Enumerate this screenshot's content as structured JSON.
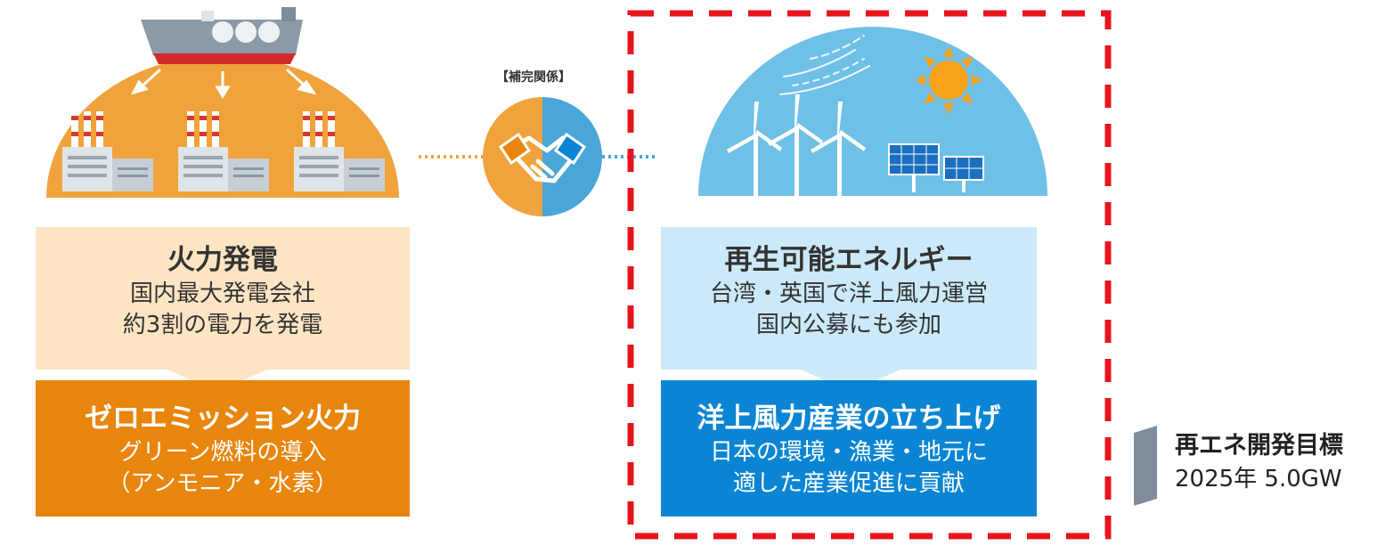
{
  "complement": {
    "label": "【補完関係】"
  },
  "thermal": {
    "title": "火力発電",
    "line1": "国内最大発電会社",
    "line2": "約3割の電力を発電"
  },
  "zero_emission": {
    "title": "ゼロエミッション火力",
    "line1": "グリーン燃料の導入",
    "line2": "（アンモニア・水素）"
  },
  "renewable": {
    "title": "再生可能エネルギー",
    "line1": "台湾・英国で洋上風力運営",
    "line2": "国内公募にも参加"
  },
  "offshore": {
    "title": "洋上風力産業の立ち上げ",
    "line1": "日本の環境・漁業・地元に",
    "line2": "適した産業促進に貢献"
  },
  "target": {
    "title": "再エネ開発目標",
    "value": "2025年 5.0GW"
  },
  "colors": {
    "thermal_orange": "#f0a33c",
    "zero_orange": "#e8850c",
    "renew_sky": "#6fc0e6",
    "offshore_blue": "#0985d3",
    "frame_red": "#e8141c",
    "target_gray": "#7f8c99"
  },
  "icons": {
    "thermal": "thermal-power-plant-icon",
    "renewable": "wind-solar-icon",
    "handshake": "handshake-icon"
  }
}
